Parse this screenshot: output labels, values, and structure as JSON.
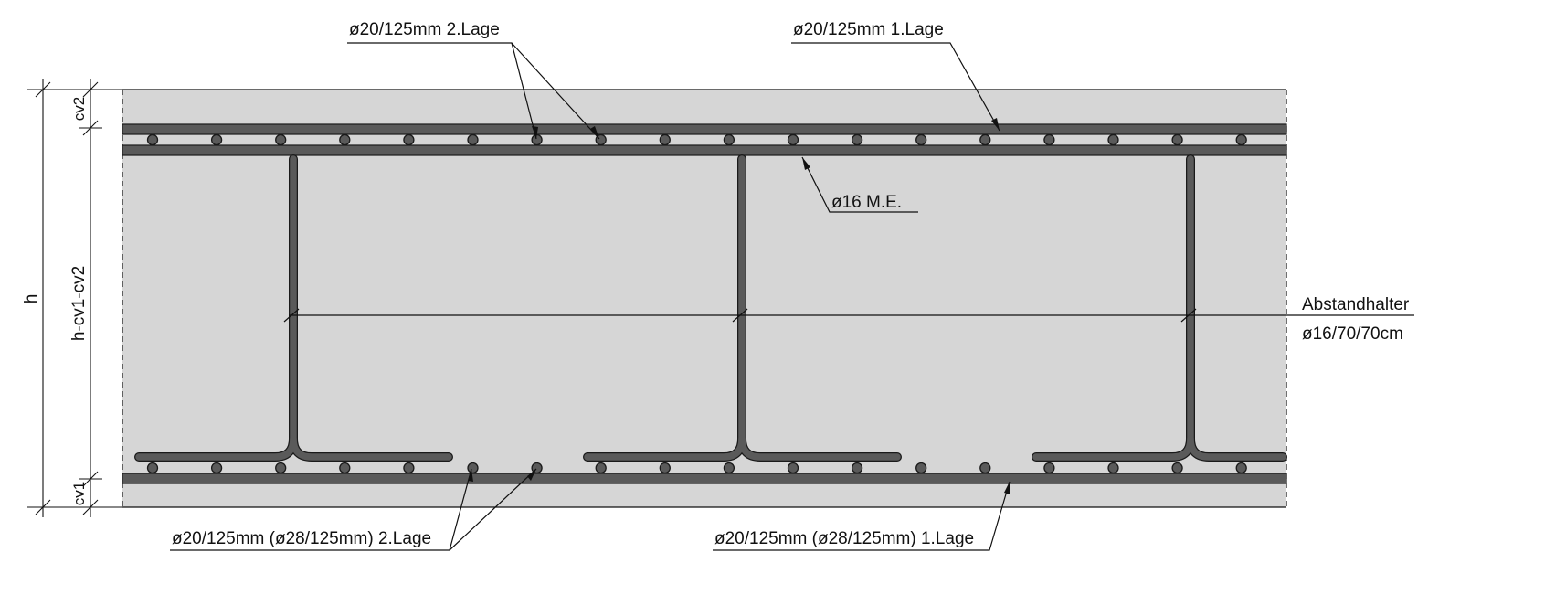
{
  "labels": {
    "top_layer2": "ø20/125mm 2.Lage",
    "top_layer1": "ø20/125mm 1.Lage",
    "stirrup": "ø16 M.E.",
    "spacer_title": "Abstandhalter",
    "spacer_spec": "ø16/70/70cm",
    "bottom_layer2": "ø20/125mm (ø28/125mm) 2.Lage",
    "bottom_layer1": "ø20/125mm (ø28/125mm) 1.Lage"
  },
  "dimensions": {
    "total": "h",
    "cover_top": "cv2",
    "inner": "h-cv1-cv2",
    "cover_bottom": "cv1"
  },
  "colors": {
    "concrete": "#d6d6d6",
    "rebar": "#5a5a5a",
    "outline": "#1a1a1a"
  }
}
